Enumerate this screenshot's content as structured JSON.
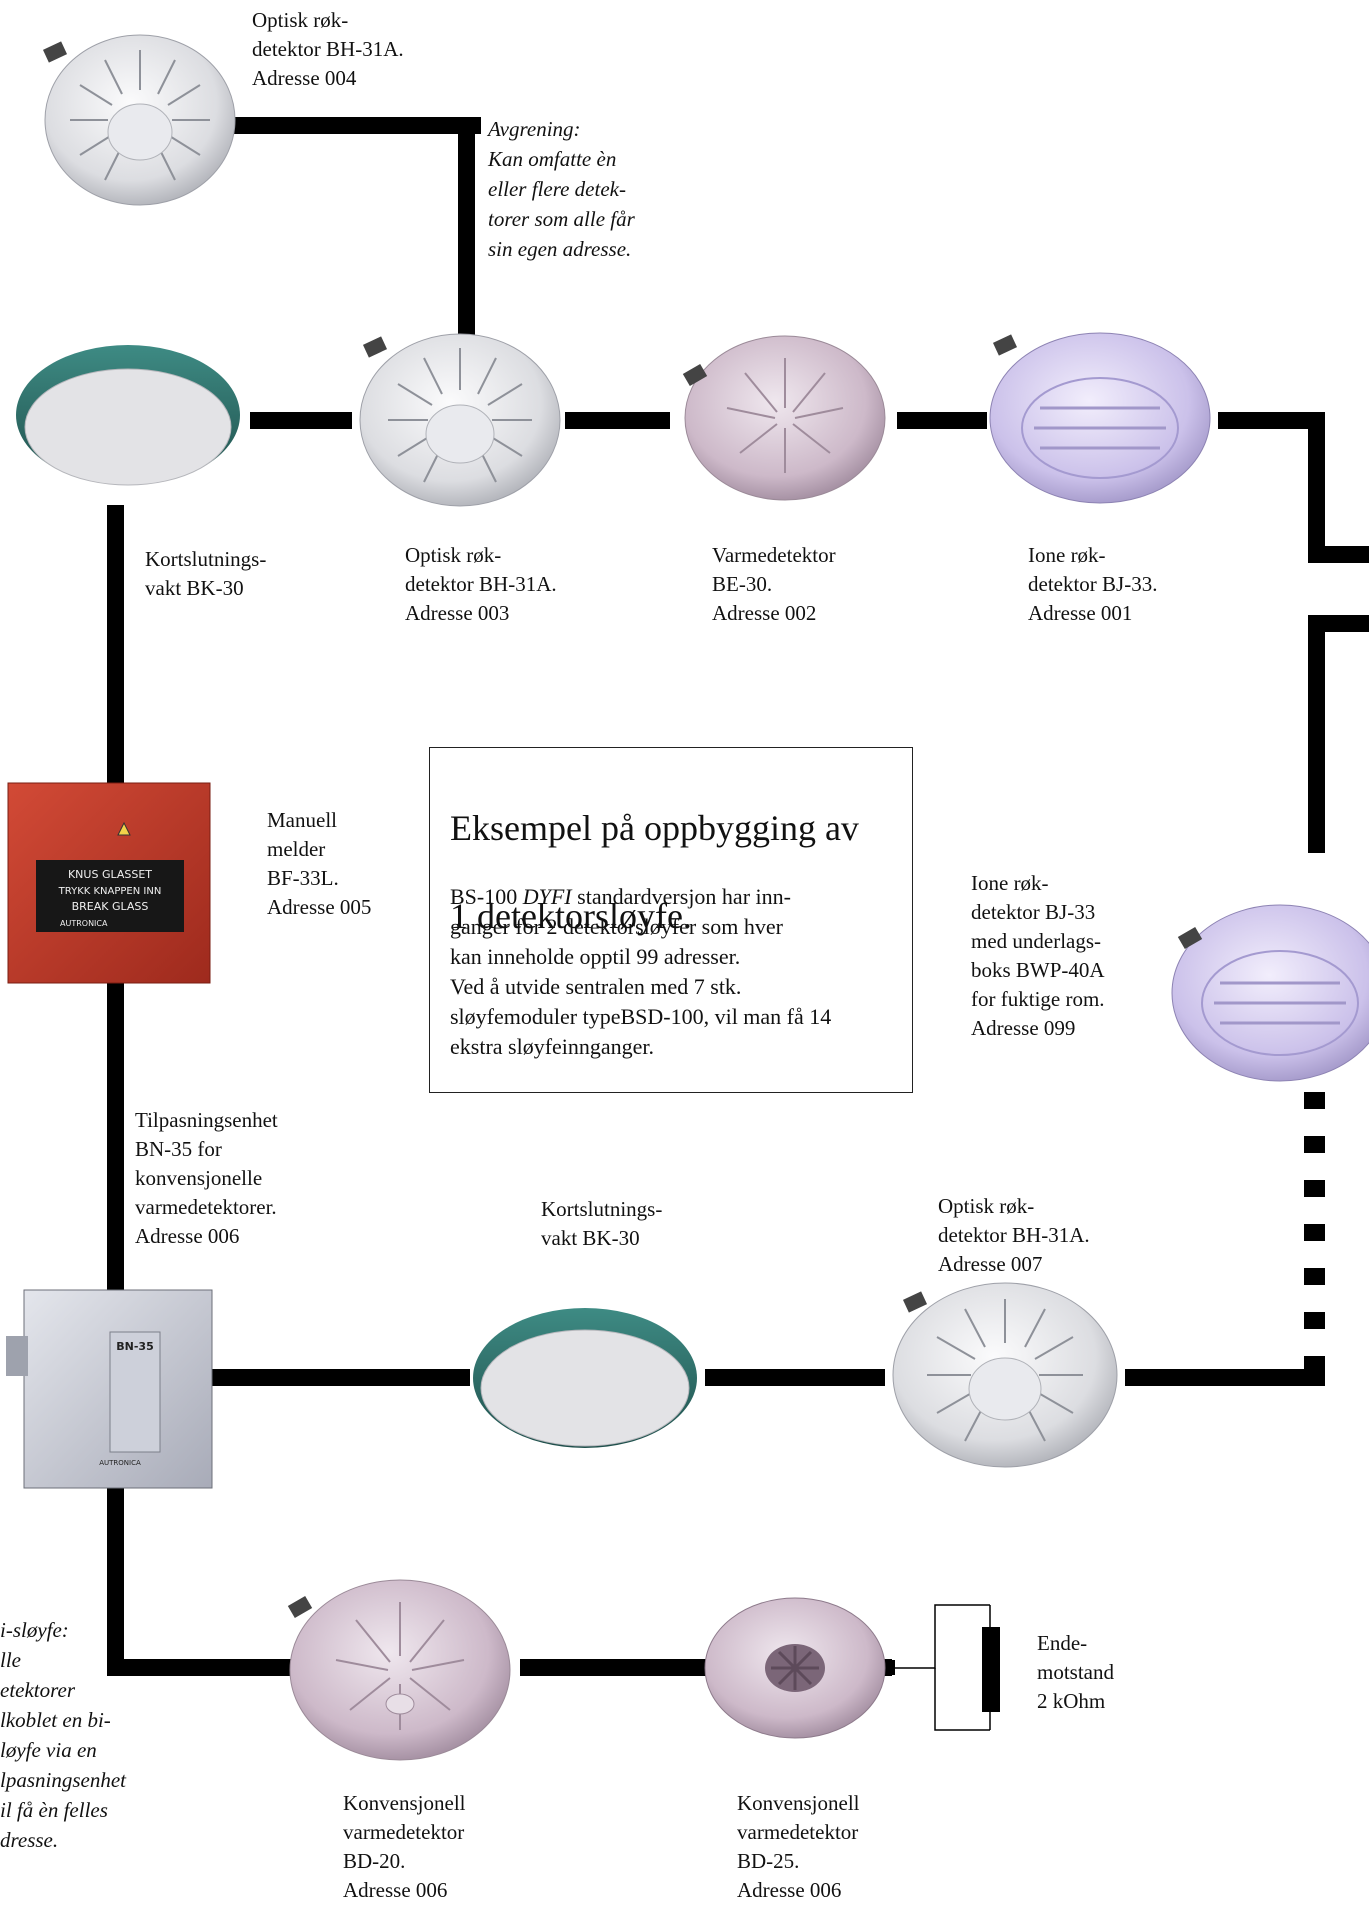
{
  "title": {
    "line1": "Eksempel på oppbygging av",
    "line2": "1 detektorsløyfe."
  },
  "info": {
    "l1a": "BS-100 ",
    "l1b": "DYFI",
    "l1c": " standardversjon har inn-",
    "l2": "ganger for 2 detektorsløyfer som hver",
    "l3": "kan inneholde opptil 99 adresser.",
    "l4": "Ved å utvide sentralen med 7 stk.",
    "l5": "sløyfemoduler typeBSD-100, vil man få 14",
    "l6": "ekstra sløyfeinnganger."
  },
  "labels": {
    "optisk_004": "Optisk røk-\ndetektor BH-31A.\nAdresse 004",
    "avgrening": "Avgrening:\nKan omfatte èn\neller flere detek-\ntorer som alle får\nsin egen adresse.",
    "kortslutning_top": "Kortslutnings-\nvakt BK-30",
    "optisk_003": "Optisk røk-\ndetektor BH-31A.\nAdresse 003",
    "varme_002": "Varmedetektor\nBE-30.\nAdresse 002",
    "ione_001": "Ione røk-\ndetektor BJ-33.\nAdresse 001",
    "manuell_005": "Manuell\nmelder\nBF-33L.\nAdresse 005",
    "ione_099": "Ione røk-\ndetektor BJ-33\nmed underlags-\nboks BWP-40A\nfor fuktige rom.\nAdresse 099",
    "tilpasning_006": "Tilpasningsenhet\nBN-35 for\nkonvensjonelle\nvarmedetektorer.\nAdresse 006",
    "kortslutning_mid": "Kortslutnings-\nvakt BK-30",
    "optisk_007": "Optisk røk-\ndetektor BH-31A.\nAdresse 007",
    "bi_sloyfe": "i-sløyfe:\nlle\netektorer\nlkoblet en bi-\nløyfe via en\nlpasningsenhet\nil få èn felles\ndresse.",
    "ende": "Ende-\nmotstand\n2 kOhm",
    "bd20": "Konvensjonell\nvarmedetektor\nBD-20.\nAdresse 006",
    "bd25": "Konvensjonell\nvarmedetektor\nBD-25.\nAdresse 006"
  },
  "panel_text": {
    "line1": "KNUS GLASSET",
    "line2": "TRYKK KNAPPEN INN",
    "line3": "BREAK GLASS",
    "line4": "AUTRONICA"
  },
  "box_text": {
    "model": "BN-35",
    "brand": "AUTRONICA"
  },
  "colors": {
    "wire": "#000000",
    "panel_red": "#c23a2a",
    "detector_white": "#e7e7ea",
    "ion_lavender": "#cfc6ec",
    "bk_teal": "#2f6f6a"
  }
}
